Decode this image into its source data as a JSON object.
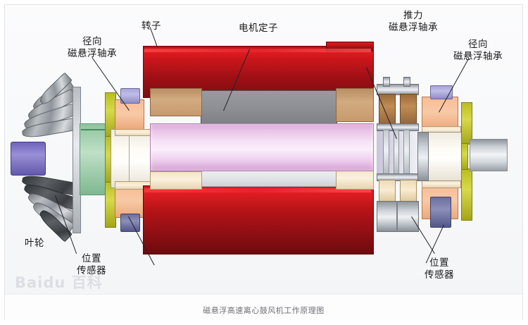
{
  "diagram": {
    "caption": "磁悬浮高速离心鼓风机工作原理图",
    "watermark": "Baidu 百科",
    "labels": {
      "radial_bearing_left_line1": "径向",
      "radial_bearing_left_line2": "磁悬浮轴承",
      "rotor": "转子",
      "motor_stator": "电机定子",
      "thrust_bearing_line1": "推力",
      "thrust_bearing_line2": "磁悬浮轴承",
      "radial_bearing_right_line1": "径向",
      "radial_bearing_right_line2": "磁悬浮轴承",
      "impeller": "叶轮",
      "position_sensor_left_line1": "位置",
      "position_sensor_left_line2": "传感器",
      "position_sensor_right_line1": "位置",
      "position_sensor_right_line2": "传感器"
    },
    "colors": {
      "motor_housing_red": "#c9161b",
      "rotor_core_pink": "#f0d2ef",
      "stator_core_grey": "#8e9095",
      "bearing_peach": "#f8c9a6",
      "sensor_purple": "#a9a6d8",
      "flange_olive": "#c6ca32",
      "impeller_hub_green": "#a9d4b6",
      "nose_cone_purple": "#7a6fc4",
      "lamination_tan": "#cfa87d",
      "shaft_grey": "#c9ced4",
      "leader_line": "#20202a",
      "caption_text": "#6f6f74"
    },
    "components": [
      {
        "name": "impeller",
        "label": "叶轮"
      },
      {
        "name": "radial-magnetic-bearing-left",
        "label": "径向磁悬浮轴承"
      },
      {
        "name": "position-sensor-left",
        "label": "位置传感器"
      },
      {
        "name": "rotor",
        "label": "转子"
      },
      {
        "name": "motor-stator",
        "label": "电机定子"
      },
      {
        "name": "thrust-magnetic-bearing",
        "label": "推力磁悬浮轴承"
      },
      {
        "name": "radial-magnetic-bearing-right",
        "label": "径向磁悬浮轴承"
      },
      {
        "name": "position-sensor-right",
        "label": "位置传感器"
      }
    ]
  }
}
